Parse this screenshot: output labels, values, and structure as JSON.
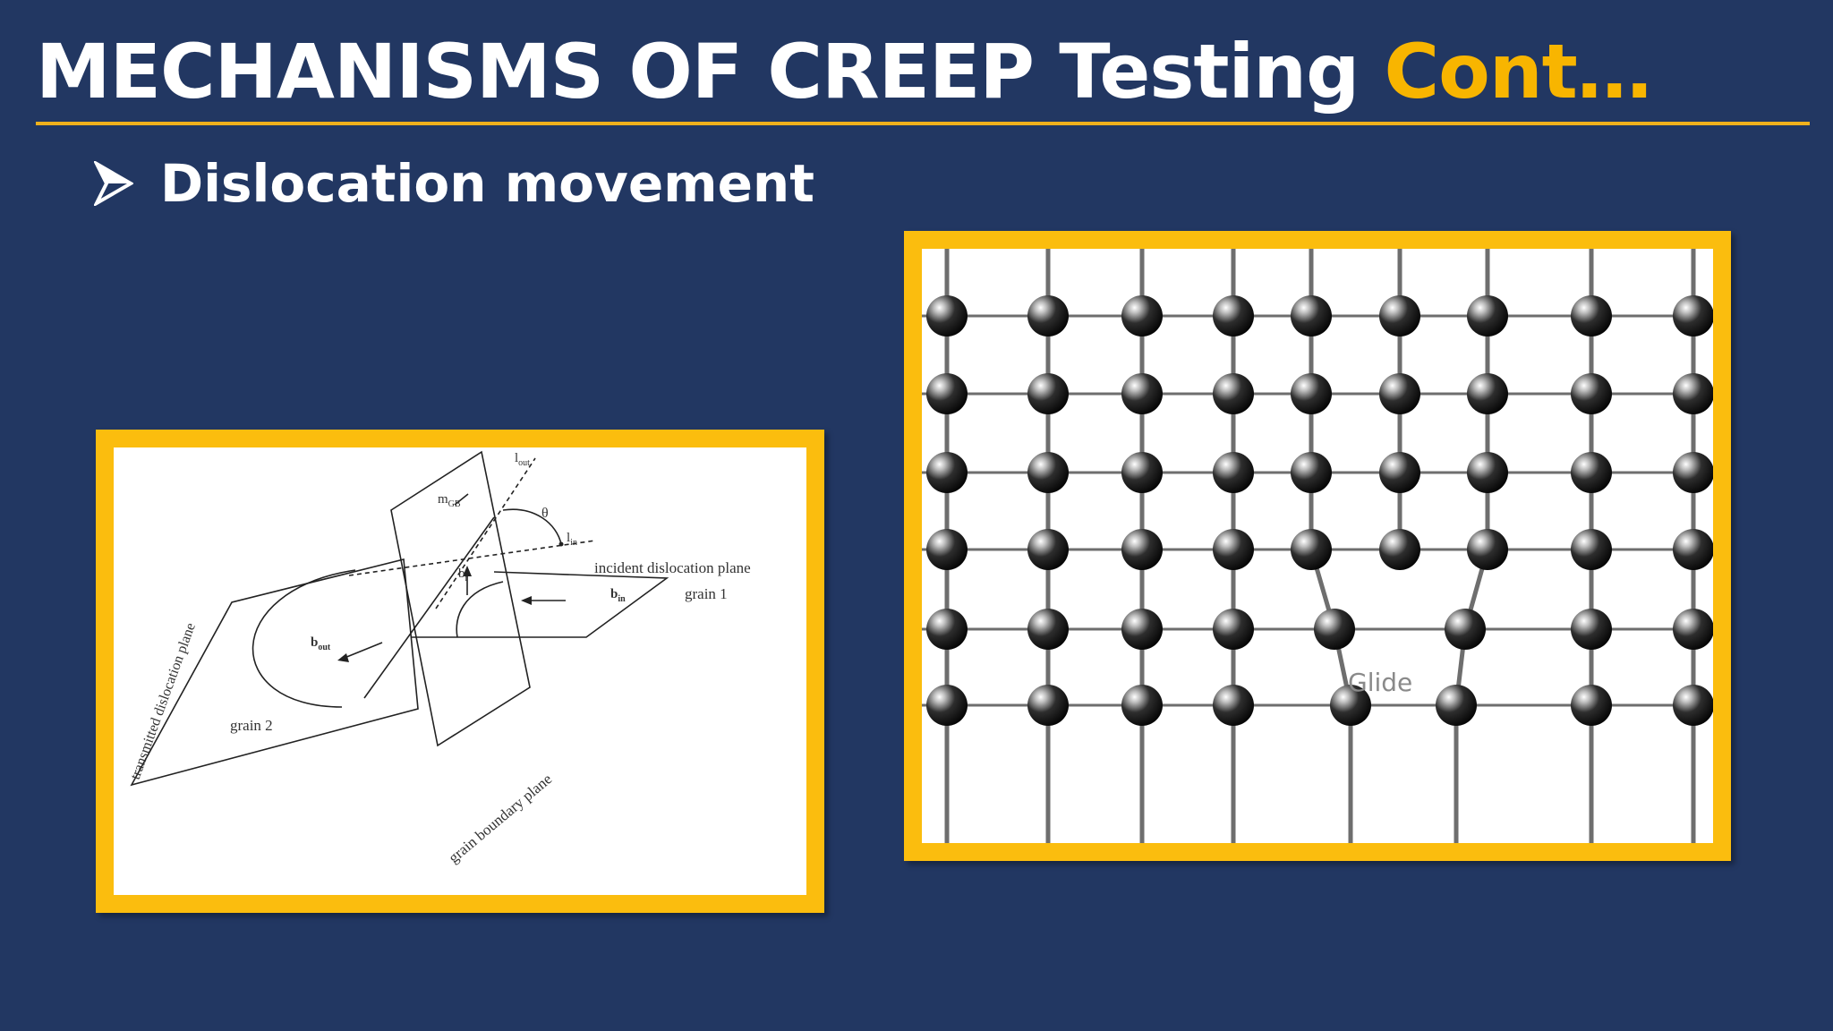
{
  "slide": {
    "title": "MECHANISMS OF CREEP Testing",
    "title_accent": "Cont…",
    "bullet": "Dislocation movement",
    "bullet_icon": "arrow-bullet-icon"
  },
  "colors": {
    "background": "#223762",
    "accent": "#f8b500",
    "frame": "#fbbd0e",
    "text": "#ffffff"
  },
  "left_figure": {
    "labels": {
      "l_out": "l",
      "l_out_sub": "out",
      "m_gb": "m",
      "m_gb_sub": "GB",
      "theta": "θ",
      "l_in": "l",
      "l_in_sub": "in",
      "b_r": "b",
      "b_r_sub": "r",
      "incident_plane": "incident dislocation plane",
      "b_in": "b",
      "b_in_sub": "in",
      "grain1": "grain 1",
      "b_out": "b",
      "b_out_sub": "out",
      "grain2": "grain 2",
      "transmitted_plane": "transmitted dislocation plane",
      "gb_plane": "grain boundary plane"
    }
  },
  "right_figure": {
    "label": "Glide"
  }
}
